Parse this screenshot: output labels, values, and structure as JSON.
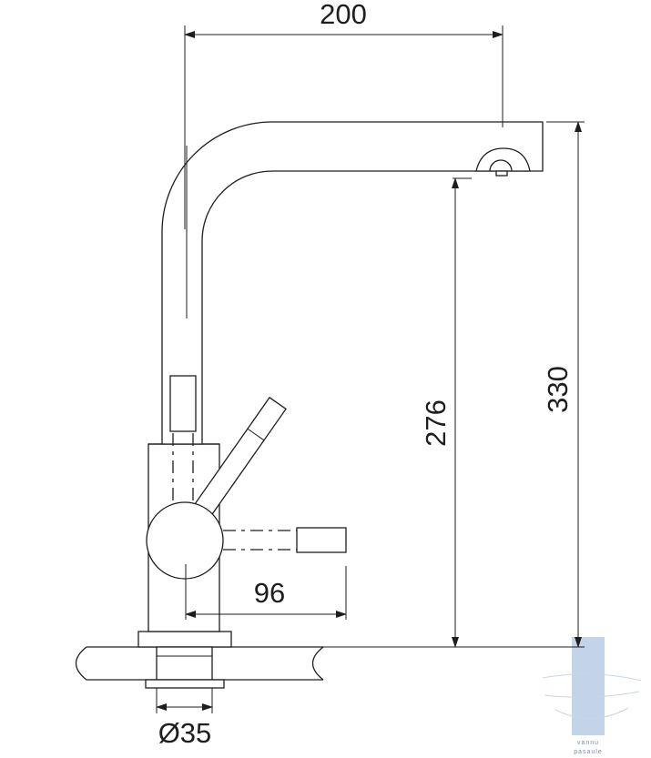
{
  "dimensions": {
    "spout_reach": "200",
    "total_height": "330",
    "outlet_height": "276",
    "lever_offset": "96",
    "base_diameter": "Ø35"
  },
  "watermark": {
    "lines": [
      "vannu",
      "pasaule"
    ],
    "color": "#b8cce4"
  }
}
